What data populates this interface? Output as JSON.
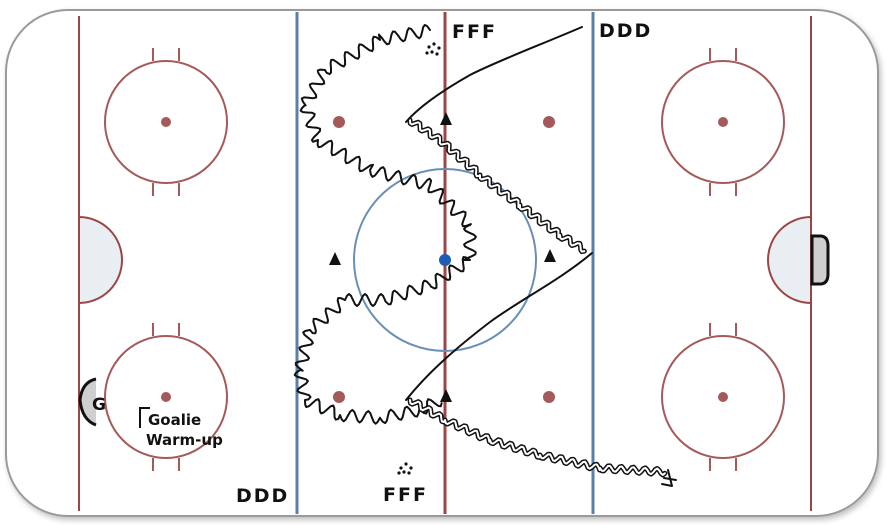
{
  "labels": {
    "top_forwards": "FFF",
    "top_defense": "DDD",
    "bottom_defense": "DDD",
    "bottom_forwards": "FFF",
    "goalie_marker": "G",
    "goalie_note_line1": "Goalie",
    "goalie_note_line2": "Warm-up"
  },
  "colors": {
    "ice": "#ffffff",
    "board_outline": "#9a9a9a",
    "red_line": "#9b4646",
    "blue_line": "#5b7fa8",
    "center_circle": "#6a8fb5",
    "faceoff_circle": "#a45a5a",
    "crease_fill": "#e9eef3",
    "center_dot": "#1e5db5",
    "skater_path": "#111111"
  },
  "icons": {
    "cone": "triangle-cone-icon",
    "puck_pile": "puck-pile-icon"
  }
}
